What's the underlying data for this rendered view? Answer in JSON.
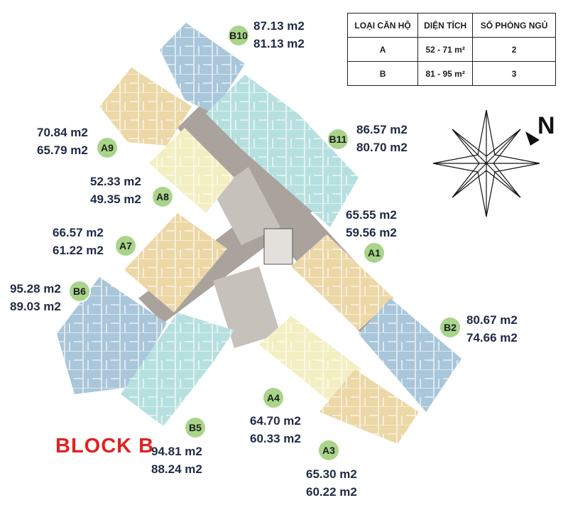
{
  "title": "BLOCK B",
  "north_label": "N",
  "legend": {
    "headers": [
      "LOẠI CĂN HỘ",
      "DIỆN TÍCH",
      "SỐ PHÒNG NGỦ"
    ],
    "rows": [
      [
        "A",
        "52 - 71 m²",
        "2"
      ],
      [
        "B",
        "81 - 95 m²",
        "3"
      ]
    ]
  },
  "units": {
    "B10": {
      "label": "B10",
      "area1": "87.13 m2",
      "area2": "81.13 m2"
    },
    "A9": {
      "label": "A9",
      "area1": "70.84 m2",
      "area2": "65.79 m2"
    },
    "B11": {
      "label": "B11",
      "area1": "86.57 m2",
      "area2": "80.70 m2"
    },
    "A8": {
      "label": "A8",
      "area1": "52.33 m2",
      "area2": "49.35 m2"
    },
    "A7": {
      "label": "A7",
      "area1": "66.57 m2",
      "area2": "61.22 m2"
    },
    "A1": {
      "label": "A1",
      "area1": "65.55 m2",
      "area2": "59.56 m2"
    },
    "B6": {
      "label": "B6",
      "area1": "95.28 m2",
      "area2": "89.03 m2"
    },
    "B2": {
      "label": "B2",
      "area1": "80.67 m2",
      "area2": "74.66 m2"
    },
    "A4": {
      "label": "A4",
      "area1": "64.70 m2",
      "area2": "60.33 m2"
    },
    "B5": {
      "label": "B5",
      "area1": "94.81 m2",
      "area2": "88.24 m2"
    },
    "A3": {
      "label": "A3",
      "area1": "65.30 m2",
      "area2": "60.22 m2"
    }
  },
  "colors": {
    "type_a_beige": "#ecd7a6",
    "type_a_yellow": "#f3efc2",
    "type_b_blue": "#a9c6da",
    "type_b_teal": "#b6e0df",
    "corridor": "#a9a29d",
    "badge": "#a8d58a",
    "title_red": "#e02222",
    "area_text": "#1f2a44"
  }
}
